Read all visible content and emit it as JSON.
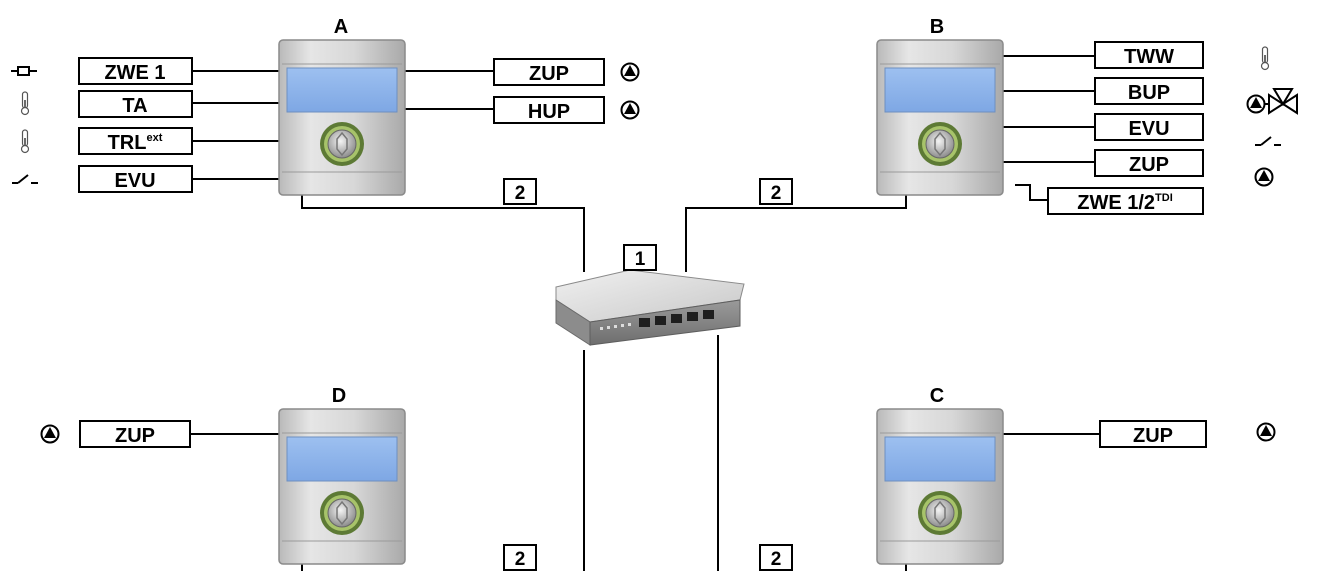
{
  "controllers": {
    "A": {
      "title": "A"
    },
    "B": {
      "title": "B"
    },
    "C": {
      "title": "C"
    },
    "D": {
      "title": "D"
    }
  },
  "markers": {
    "switch": "1",
    "cable_top_left": "2",
    "cable_top_right": "2",
    "cable_bottom_left": "2",
    "cable_bottom_right": "2"
  },
  "labels": {
    "a_zwe1": "ZWE 1",
    "a_ta": "TA",
    "a_trl_main": "TRL",
    "a_trl_sup": "ext",
    "a_evu": "EVU",
    "a_zup": "ZUP",
    "a_hup": "HUP",
    "b_tww": "TWW",
    "b_bup": "BUP",
    "b_evu": "EVU",
    "b_zup": "ZUP",
    "b_zwe_main": "ZWE 1/2",
    "b_zwe_sup": "TDI",
    "d_zup": "ZUP",
    "c_zup": "ZUP"
  },
  "icons": {
    "a_zwe1": "heater-element-icon",
    "a_ta": "thermometer-icon",
    "a_trl": "thermometer-icon",
    "a_evu": "switch-contact-icon",
    "a_zup": "pump-icon",
    "a_hup": "pump-icon",
    "b_tww": "thermometer-icon",
    "b_bup": "pump-valve-icon",
    "b_evu": "switch-contact-icon",
    "b_zup": "pump-icon",
    "d_zup": "pump-icon",
    "c_zup": "pump-icon"
  },
  "colors": {
    "display": "#8fb6ec",
    "housing": "#d4d4d4",
    "knob_ring": "#7d9a4f",
    "line": "#000000"
  }
}
